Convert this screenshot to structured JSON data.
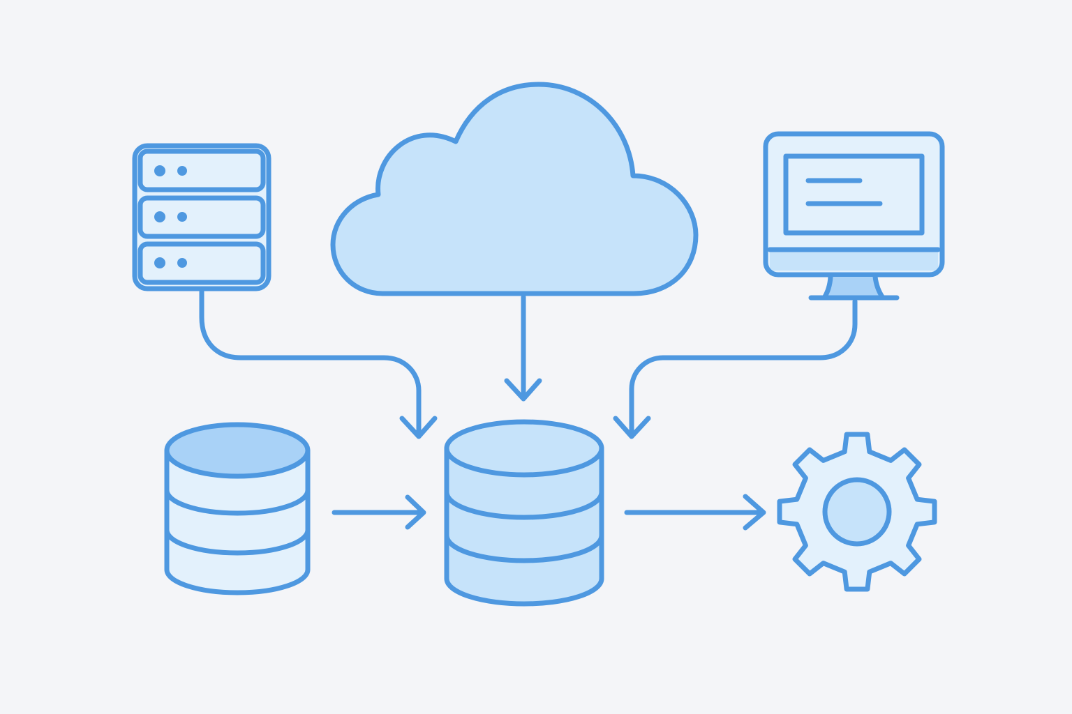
{
  "colors": {
    "background": "#f4f5f8",
    "stroke": "#4e98e0",
    "fill_main": "#c6e3fa",
    "fill_light": "#e3f1fc",
    "fill_dark": "#a9d2f7"
  },
  "nodes": [
    {
      "id": "server",
      "icon": "server-rack-icon"
    },
    {
      "id": "cloud",
      "icon": "cloud-icon"
    },
    {
      "id": "monitor",
      "icon": "monitor-icon"
    },
    {
      "id": "source-database",
      "icon": "database-icon"
    },
    {
      "id": "central-database",
      "icon": "database-icon"
    },
    {
      "id": "processing",
      "icon": "gear-icon"
    }
  ],
  "edges": [
    {
      "from": "server",
      "to": "central-database"
    },
    {
      "from": "cloud",
      "to": "central-database"
    },
    {
      "from": "monitor",
      "to": "central-database"
    },
    {
      "from": "source-database",
      "to": "central-database"
    },
    {
      "from": "central-database",
      "to": "processing"
    }
  ]
}
